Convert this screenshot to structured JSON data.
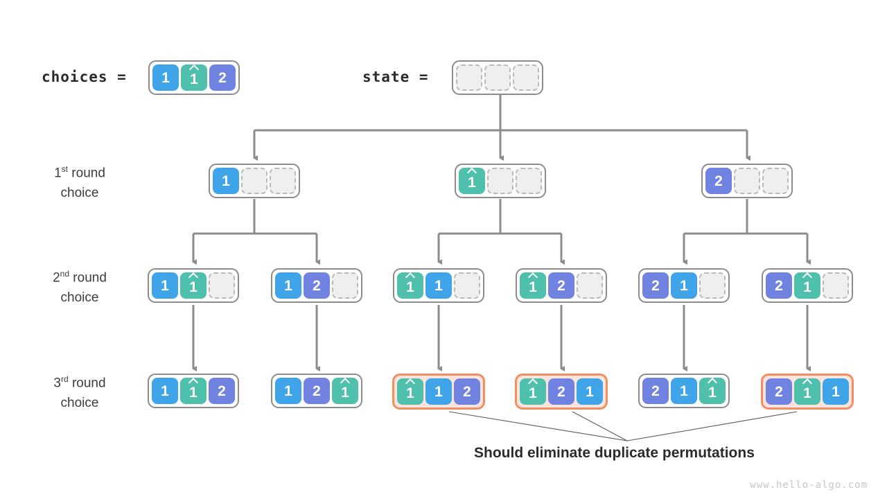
{
  "header": {
    "choices_label": "choices =",
    "state_label": "state =",
    "choices_slots": [
      {
        "value": "1",
        "color": "blue",
        "hat": false
      },
      {
        "value": "1",
        "color": "green",
        "hat": true
      },
      {
        "value": "2",
        "color": "purple",
        "hat": false
      }
    ],
    "state_slots": [
      {
        "value": "",
        "color": "empty",
        "hat": false
      },
      {
        "value": "",
        "color": "empty",
        "hat": false
      },
      {
        "value": "",
        "color": "empty",
        "hat": false
      }
    ]
  },
  "rows": [
    {
      "label_ordinal": "1",
      "label_suffix": "st",
      "label_word": "round",
      "label_line2": "choice",
      "nodes": [
        {
          "highlight": false,
          "slots": [
            {
              "value": "1",
              "color": "blue",
              "hat": false
            },
            {
              "value": "",
              "color": "empty",
              "hat": false
            },
            {
              "value": "",
              "color": "empty",
              "hat": false
            }
          ]
        },
        {
          "highlight": false,
          "slots": [
            {
              "value": "1",
              "color": "green",
              "hat": true
            },
            {
              "value": "",
              "color": "empty",
              "hat": false
            },
            {
              "value": "",
              "color": "empty",
              "hat": false
            }
          ]
        },
        {
          "highlight": false,
          "slots": [
            {
              "value": "2",
              "color": "purple",
              "hat": false
            },
            {
              "value": "",
              "color": "empty",
              "hat": false
            },
            {
              "value": "",
              "color": "empty",
              "hat": false
            }
          ]
        }
      ]
    },
    {
      "label_ordinal": "2",
      "label_suffix": "nd",
      "label_word": "round",
      "label_line2": "choice",
      "nodes": [
        {
          "highlight": false,
          "slots": [
            {
              "value": "1",
              "color": "blue",
              "hat": false
            },
            {
              "value": "1",
              "color": "green",
              "hat": true
            },
            {
              "value": "",
              "color": "empty",
              "hat": false
            }
          ]
        },
        {
          "highlight": false,
          "slots": [
            {
              "value": "1",
              "color": "blue",
              "hat": false
            },
            {
              "value": "2",
              "color": "purple",
              "hat": false
            },
            {
              "value": "",
              "color": "empty",
              "hat": false
            }
          ]
        },
        {
          "highlight": false,
          "slots": [
            {
              "value": "1",
              "color": "green",
              "hat": true
            },
            {
              "value": "1",
              "color": "blue",
              "hat": false
            },
            {
              "value": "",
              "color": "empty",
              "hat": false
            }
          ]
        },
        {
          "highlight": false,
          "slots": [
            {
              "value": "1",
              "color": "green",
              "hat": true
            },
            {
              "value": "2",
              "color": "purple",
              "hat": false
            },
            {
              "value": "",
              "color": "empty",
              "hat": false
            }
          ]
        },
        {
          "highlight": false,
          "slots": [
            {
              "value": "2",
              "color": "purple",
              "hat": false
            },
            {
              "value": "1",
              "color": "blue",
              "hat": false
            },
            {
              "value": "",
              "color": "empty",
              "hat": false
            }
          ]
        },
        {
          "highlight": false,
          "slots": [
            {
              "value": "2",
              "color": "purple",
              "hat": false
            },
            {
              "value": "1",
              "color": "green",
              "hat": true
            },
            {
              "value": "",
              "color": "empty",
              "hat": false
            }
          ]
        }
      ]
    },
    {
      "label_ordinal": "3",
      "label_suffix": "rd",
      "label_word": "round",
      "label_line2": "choice",
      "nodes": [
        {
          "highlight": false,
          "slots": [
            {
              "value": "1",
              "color": "blue",
              "hat": false
            },
            {
              "value": "1",
              "color": "green",
              "hat": true
            },
            {
              "value": "2",
              "color": "purple",
              "hat": false
            }
          ]
        },
        {
          "highlight": false,
          "slots": [
            {
              "value": "1",
              "color": "blue",
              "hat": false
            },
            {
              "value": "2",
              "color": "purple",
              "hat": false
            },
            {
              "value": "1",
              "color": "green",
              "hat": true
            }
          ]
        },
        {
          "highlight": true,
          "slots": [
            {
              "value": "1",
              "color": "green",
              "hat": true
            },
            {
              "value": "1",
              "color": "blue",
              "hat": false
            },
            {
              "value": "2",
              "color": "purple",
              "hat": false
            }
          ]
        },
        {
          "highlight": true,
          "slots": [
            {
              "value": "1",
              "color": "green",
              "hat": true
            },
            {
              "value": "2",
              "color": "purple",
              "hat": false
            },
            {
              "value": "1",
              "color": "blue",
              "hat": false
            }
          ]
        },
        {
          "highlight": false,
          "slots": [
            {
              "value": "2",
              "color": "purple",
              "hat": false
            },
            {
              "value": "1",
              "color": "blue",
              "hat": false
            },
            {
              "value": "1",
              "color": "green",
              "hat": true
            }
          ]
        },
        {
          "highlight": true,
          "slots": [
            {
              "value": "2",
              "color": "purple",
              "hat": false
            },
            {
              "value": "1",
              "color": "green",
              "hat": true
            },
            {
              "value": "1",
              "color": "blue",
              "hat": false
            }
          ]
        }
      ]
    }
  ],
  "caption": "Should eliminate duplicate permutations",
  "watermark": "www.hello-algo.com",
  "colors": {
    "blue": "#3fa5e8",
    "green": "#4ec0ac",
    "purple": "#7183e0",
    "highlight_border": "#f58e5f",
    "highlight_fill": "#fbe4dd",
    "wire": "#8c8c8c",
    "node_border": "#8c8c8c",
    "empty_fill": "#efefef",
    "empty_border": "#b9b9b9",
    "text": "#2b2b2b",
    "watermark": "#c8c8c8"
  }
}
